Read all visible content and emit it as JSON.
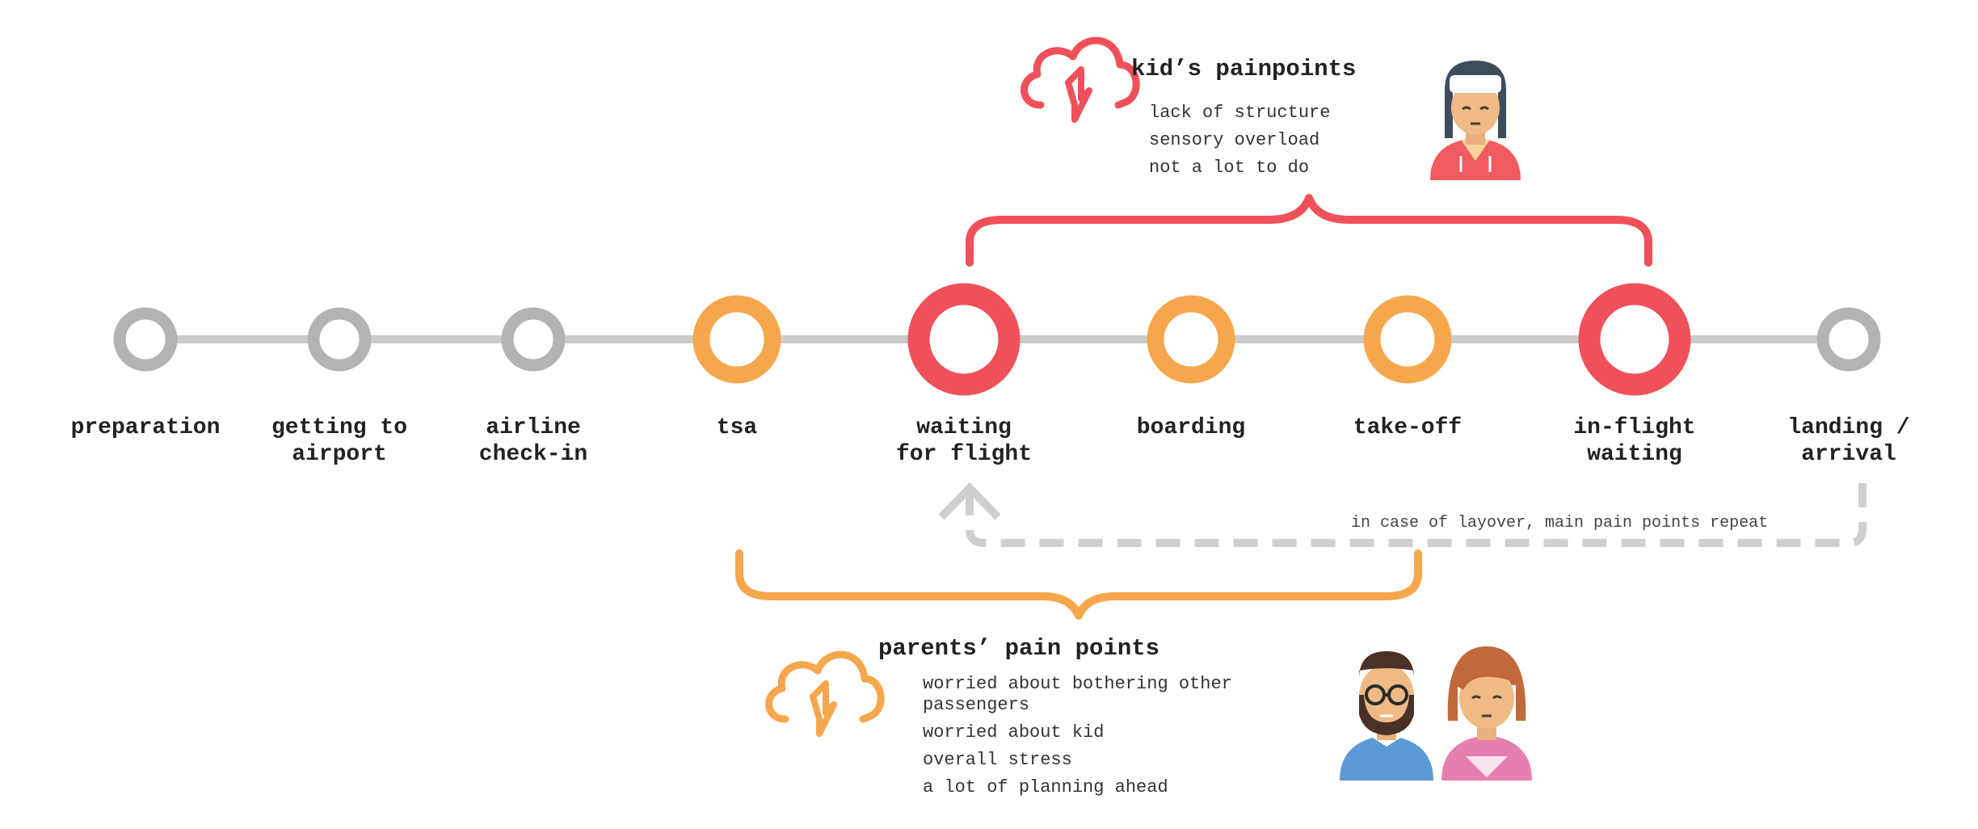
{
  "colors": {
    "neutral": "#b3b3b3",
    "track": "#cccccc",
    "parent": "#f6a74c",
    "kid": "#ef5059",
    "dashed": "#cfcfcf"
  },
  "stages": [
    {
      "lines": [
        "preparation"
      ],
      "level": "neutral"
    },
    {
      "lines": [
        "getting to",
        "airport"
      ],
      "level": "neutral"
    },
    {
      "lines": [
        "airline",
        "check-in"
      ],
      "level": "neutral"
    },
    {
      "lines": [
        "tsa"
      ],
      "level": "parent"
    },
    {
      "lines": [
        "waiting",
        "for flight"
      ],
      "level": "kid"
    },
    {
      "lines": [
        "boarding"
      ],
      "level": "parent"
    },
    {
      "lines": [
        "take-off"
      ],
      "level": "parent"
    },
    {
      "lines": [
        "in-flight",
        "waiting"
      ],
      "level": "kid"
    },
    {
      "lines": [
        "landing /",
        "arrival"
      ],
      "level": "neutral"
    }
  ],
  "kid_painpoints": {
    "title": "kid’s painpoints",
    "items": [
      "lack of structure",
      "sensory overload",
      "not a lot to do"
    ],
    "icon": "storm-cloud-icon",
    "avatar": "kid-avatar"
  },
  "parent_painpoints": {
    "title": "parents’ pain points",
    "items": [
      [
        "worried about bothering other",
        "passengers"
      ],
      [
        "worried about kid"
      ],
      [
        "overall stress"
      ],
      [
        "a lot of planning ahead"
      ]
    ],
    "icon": "storm-cloud-icon",
    "avatar": "parents-avatar"
  },
  "layover_note": "in case of layover, main pain points repeat"
}
